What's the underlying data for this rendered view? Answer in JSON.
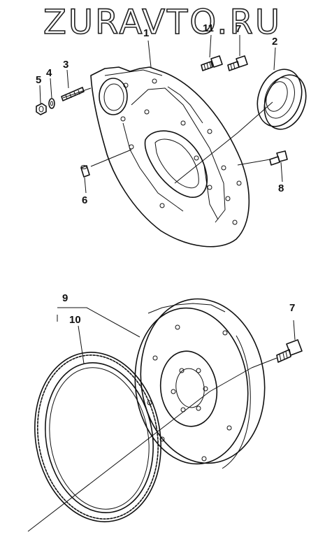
{
  "watermark": "ZURAVTO.RU",
  "callouts": {
    "c1": "1",
    "c2": "2",
    "c3": "3",
    "c4": "4",
    "c5": "5",
    "c6": "6",
    "c7a": "7",
    "c7b": "7",
    "c8": "8",
    "c9": "9",
    "c10": "10",
    "c11": "11"
  },
  "colors": {
    "line": "#111111",
    "background": "#ffffff"
  },
  "parts_count": 11
}
